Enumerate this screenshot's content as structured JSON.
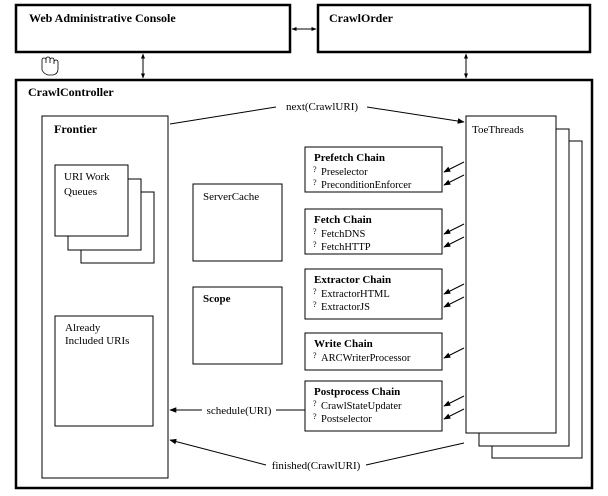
{
  "top": {
    "console_title": "Web Administrative Console",
    "order_title": "CrawlOrder"
  },
  "controller": {
    "title": "CrawlController"
  },
  "frontier": {
    "title": "Frontier",
    "work_queues": [
      "URI Work",
      "Queues"
    ],
    "already_included": [
      "Already",
      "Included URIs"
    ]
  },
  "server_cache": {
    "label": "ServerCache"
  },
  "scope": {
    "label": "Scope"
  },
  "toe_threads": {
    "label": "ToeThreads"
  },
  "chains": [
    {
      "title": "Prefetch Chain",
      "processors": [
        "Preselector",
        "PreconditionEnforcer"
      ]
    },
    {
      "title": "Fetch Chain",
      "processors": [
        "FetchDNS",
        "FetchHTTP"
      ]
    },
    {
      "title": "Extractor Chain",
      "processors": [
        "ExtractorHTML",
        "ExtractorJS"
      ]
    },
    {
      "title": "Write Chain",
      "processors": [
        "ARCWriterProcessor"
      ]
    },
    {
      "title": "Postprocess Chain",
      "processors": [
        "CrawlStateUpdater",
        "Postselector"
      ]
    }
  ],
  "bullet_glyph": "?",
  "flows": {
    "next": "next(CrawlURI)",
    "schedule": "schedule(URI)",
    "finished": "finished(CrawlURI)"
  }
}
